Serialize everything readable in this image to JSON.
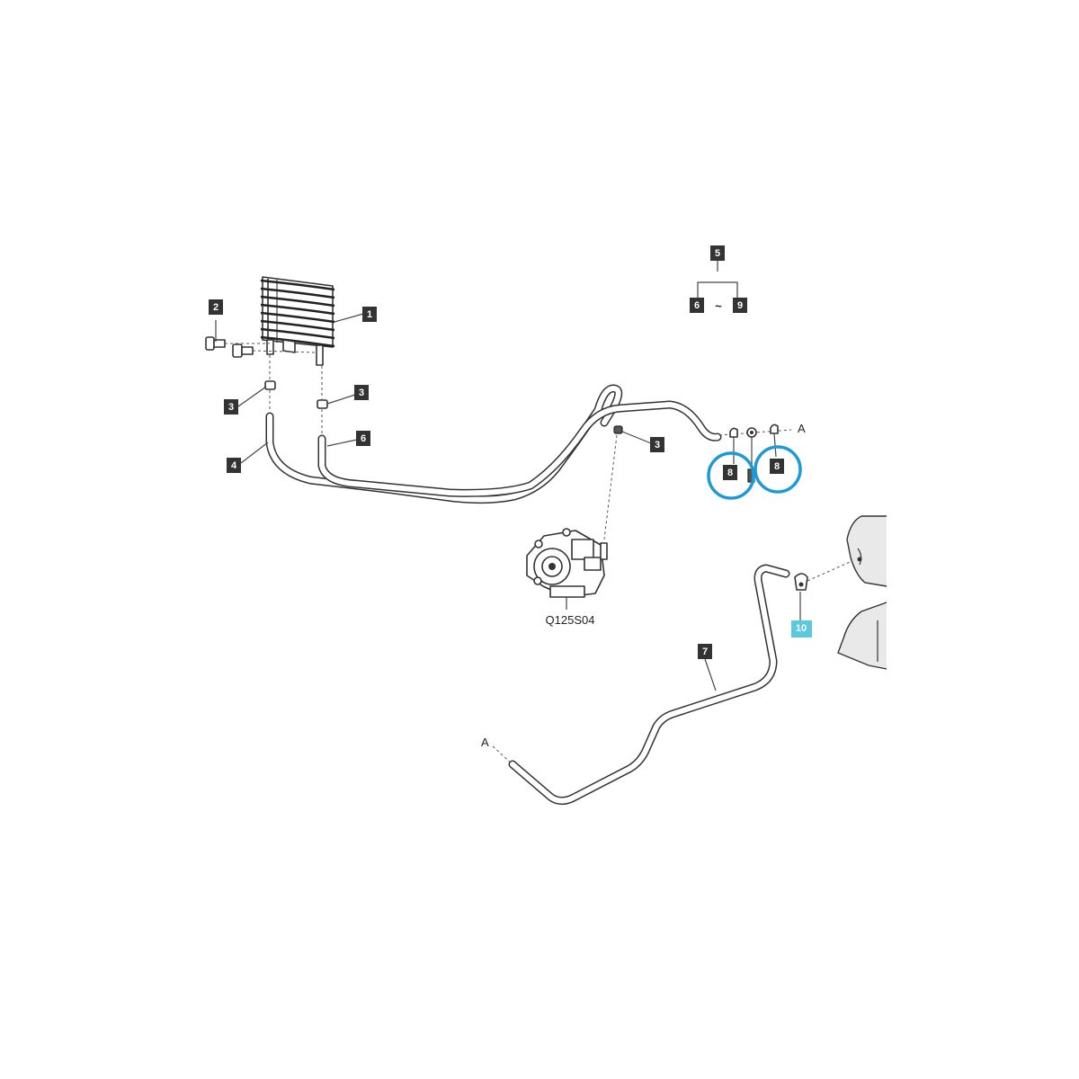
{
  "callouts": {
    "c1": "1",
    "c2": "2",
    "c3a": "3",
    "c3b": "3",
    "c3c": "3",
    "c4": "4",
    "c5": "5",
    "c6a": "6",
    "c6b": "6",
    "c7": "7",
    "c8a": "8",
    "c8b": "8",
    "c9": "9",
    "c10": "10"
  },
  "range_separator": "~",
  "connection_label_a1": "A",
  "connection_label_a2": "A",
  "pump_code": "Q125S04",
  "colors": {
    "callout": "#333333",
    "highlight": "#5bc8de",
    "ring": "#1d9ad6"
  }
}
